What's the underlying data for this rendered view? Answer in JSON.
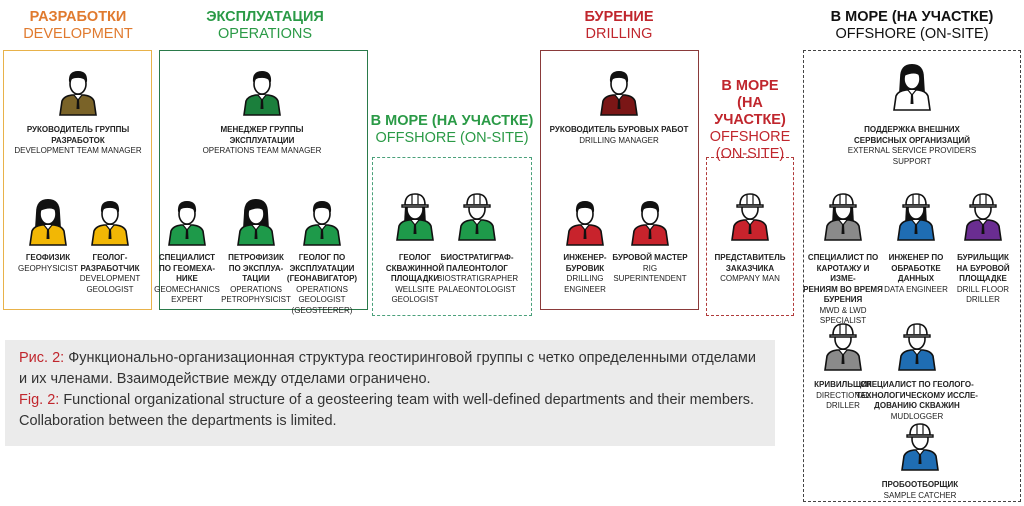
{
  "colors": {
    "dev": "#e07a2e",
    "ops": "#2a9a46",
    "drill": "#c0262d",
    "offshore": "#111111"
  },
  "titles": {
    "dev": {
      "ru": "РАЗРАБОТКИ",
      "en": "DEVELOPMENT"
    },
    "ops": {
      "ru": "ЭКСПЛУАТАЦИЯ",
      "en": "OPERATIONS"
    },
    "ops_offshore": {
      "ru": "В МОРЕ (НА УЧАСТКЕ)",
      "en": "OFFSHORE (ON-SITE)"
    },
    "drill": {
      "ru": "БУРЕНИЕ",
      "en": "DRILLING"
    },
    "drill_offshore": {
      "ru": "В МОРЕ\n(НА УЧАСТКЕ)",
      "en": "OFFSHORE\n(ON-SITE)"
    },
    "offshore": {
      "ru": "В МОРЕ (НА УЧАСТКЕ)",
      "en": "OFFSHORE (ON-SITE)"
    }
  },
  "people": [
    {
      "id": "dev-manager",
      "ru": "РУКОВОДИТЕЛЬ ГРУППЫ\nРАЗРАБОТОК",
      "en": "DEVELOPMENT TEAM MANAGER",
      "color": "#7a6328",
      "hat": false,
      "female": false
    },
    {
      "id": "geophysicist",
      "ru": "ГЕОФИЗИК",
      "en": "GEOPHYSICIST",
      "color": "#f2b705",
      "hat": false,
      "female": true
    },
    {
      "id": "development-geologist",
      "ru": "ГЕОЛОГ-\nРАЗРАБОТЧИК",
      "en": "DEVELOPMENT\nGEOLOGIST",
      "color": "#f2b705",
      "hat": false,
      "female": false
    },
    {
      "id": "ops-manager",
      "ru": "МЕНЕДЖЕР ГРУППЫ\nЭКСПЛУАТАЦИИ",
      "en": "OPERATIONS TEAM MANAGER",
      "color": "#1b7f3c",
      "hat": false,
      "female": false
    },
    {
      "id": "geomechanics-expert",
      "ru": "СПЕЦИАЛИСТ\nПО ГЕОМЕХА-\nНИКЕ",
      "en": "GEOMECHANICS\nEXPERT",
      "color": "#1e9a4a",
      "hat": false,
      "female": false
    },
    {
      "id": "operations-petrophysicist",
      "ru": "ПЕТРОФИЗИК\nПО ЭКСПЛУА-\nТАЦИИ",
      "en": "OPERATIONS\nPETROPHYSICIST",
      "color": "#1e9a4a",
      "hat": false,
      "female": true
    },
    {
      "id": "operations-geologist",
      "ru": "ГЕОЛОГ ПО\nЭКСПЛУАТАЦИИ\n(ГЕОНАВИГАТОР)",
      "en": "OPERATIONS\nGEOLOGIST\n(GEOSTEERER)",
      "color": "#1e9a4a",
      "hat": false,
      "female": false
    },
    {
      "id": "wellsite-geologist",
      "ru": "ГЕОЛОГ\nСКВАЖИННОЙ\nПЛОЩАДКИ",
      "en": "WELLSITE\nGEOLOGIST",
      "color": "#1e9a4a",
      "hat": true,
      "female": true
    },
    {
      "id": "biostratigrapher",
      "ru": "БИОСТРАТИГРАФ-\nПАЛЕОНТОЛОГ",
      "en": "BIOSTRATIGRAPHER\nPALAEONTOLOGIST",
      "color": "#1e9a4a",
      "hat": true,
      "female": false
    },
    {
      "id": "drilling-manager",
      "ru": "РУКОВОДИТЕЛЬ БУРОВЫХ РАБОТ",
      "en": "DRILLING MANAGER",
      "color": "#7a1616",
      "hat": false,
      "female": false
    },
    {
      "id": "drilling-engineer",
      "ru": "ИНЖЕНЕР-\nБУРОВИК",
      "en": "DRILLING\nENGINEER",
      "color": "#c8232c",
      "hat": false,
      "female": false
    },
    {
      "id": "rig-superintendent",
      "ru": "БУРОВОЙ МАСТЕР",
      "en": "RIG\nSUPERINTENDENT",
      "color": "#c8232c",
      "hat": false,
      "female": false
    },
    {
      "id": "company-man",
      "ru": "ПРЕДСТАВИТЕЛЬ\nЗАКАЗЧИКА",
      "en": "COMPANY MAN",
      "color": "#c8232c",
      "hat": true,
      "female": false
    },
    {
      "id": "service-support",
      "ru": "ПОДДЕРЖКА ВНЕШНИХ\nСЕРВИСНЫХ ОРГАНИЗАЦИЙ",
      "en": "EXTERNAL SERVICE PROVIDERS\nSUPPORT",
      "color": "#ffffff",
      "hat": false,
      "female": true
    },
    {
      "id": "mwd-lwd-specialist",
      "ru": "СПЕЦИАЛИСТ ПО\nКАРОТАЖУ И ИЗМЕ-\nРЕНИЯМ ВО ВРЕМЯ\nБУРЕНИЯ",
      "en": "MWD & LWD\nSPECIALIST",
      "color": "#8a8a8a",
      "hat": true,
      "female": true
    },
    {
      "id": "data-engineer",
      "ru": "ИНЖЕНЕР ПО\nОБРАБОТКЕ\nДАННЫХ",
      "en": "DATA ENGINEER",
      "color": "#1f6db3",
      "hat": true,
      "female": true
    },
    {
      "id": "drill-floor-driller",
      "ru": "БУРИЛЬЩИК\nНА БУРОВОЙ\nПЛОЩАДКЕ",
      "en": "DRILL FLOOR\nDRILLER",
      "color": "#6a2d91",
      "hat": true,
      "female": false
    },
    {
      "id": "directional-driller",
      "ru": "КРИВИЛЬЩИК",
      "en": "DIRECTIONAL\nDRILLER",
      "color": "#8a8a8a",
      "hat": true,
      "female": false
    },
    {
      "id": "mudlogger",
      "ru": "СПЕЦИАЛИСТ ПО ГЕОЛОГО-\nТЕХНОЛОГИЧЕСКОМУ ИССЛЕ-\nДОВАНИЮ СКВАЖИН",
      "en": "MUDLOGGER",
      "color": "#1f6db3",
      "hat": true,
      "female": false
    },
    {
      "id": "sample-catcher",
      "ru": "ПРОБООТБОРЩИК",
      "en": "SAMPLE CATCHER",
      "color": "#1f6db3",
      "hat": true,
      "female": false
    }
  ],
  "caption": {
    "ru_prefix": "Рис. 2:",
    "ru": " Функционально-организационная структура геостиринговой группы с четко определенными отделами и их членами. Взаимодействие между отделами ограничено.",
    "en_prefix": "Fig. 2:",
    "en": " Functional organizational structure of a geosteering team with well-defined departments and their members. Collaboration between the departments is limited."
  }
}
